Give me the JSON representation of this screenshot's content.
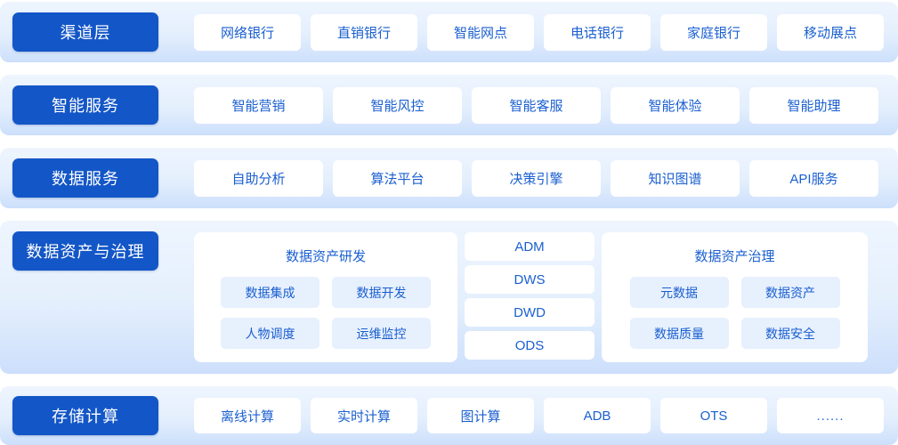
{
  "colors": {
    "pill_blue": "#1356c7",
    "text_blue": "#1a5fd0",
    "band_top": "#eef5fe",
    "band_bottom": "#ccdffb",
    "tile_blue": "#e7f0fd",
    "card_white": "#ffffff"
  },
  "rows": [
    {
      "label": "渠道层",
      "cards": [
        "网络银行",
        "直销银行",
        "智能网点",
        "电话银行",
        "家庭银行",
        "移动展点"
      ]
    },
    {
      "label": "智能服务",
      "cards": [
        "智能营销",
        "智能风控",
        "智能客服",
        "智能体验",
        "智能助理"
      ]
    },
    {
      "label": "数据服务",
      "cards": [
        "自助分析",
        "算法平台",
        "决策引擎",
        "知识图谱",
        "API服务"
      ]
    },
    {
      "label": "数据资产与治理",
      "dev_panel": {
        "title": "数据资产研发",
        "tiles": [
          "数据集成",
          "数据开发",
          "人物调度",
          "运维监控"
        ]
      },
      "layer_column": [
        "ADM",
        "DWS",
        "DWD",
        "ODS"
      ],
      "gov_panel": {
        "title": "数据资产治理",
        "tiles": [
          "元数据",
          "数据资产",
          "数据质量",
          "数据安全"
        ]
      }
    },
    {
      "label": "存储计算",
      "cards": [
        "离线计算",
        "实时计算",
        "图计算",
        "ADB",
        "OTS",
        "......"
      ]
    }
  ]
}
